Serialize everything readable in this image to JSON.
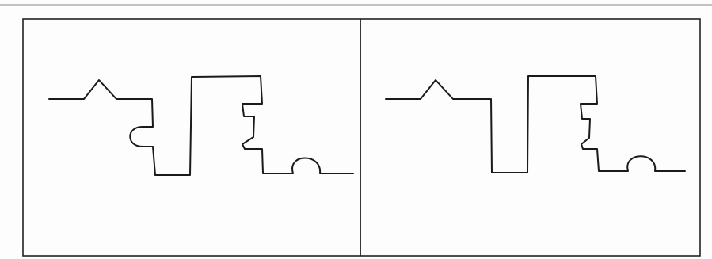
{
  "figure": {
    "panels": [
      {
        "id": "left",
        "outline_features": [
          "triangle-peak",
          "semicircle-notch",
          "tall-tab",
          "zigzag-indent",
          "semicircle-bump"
        ],
        "has_left_notch": true
      },
      {
        "id": "right",
        "outline_features": [
          "triangle-peak",
          "tall-tab",
          "zigzag-indent",
          "semicircle-bump"
        ],
        "has_left_notch": false
      }
    ],
    "stroke_color": "#1a1a1a",
    "frame_color": "#222222",
    "paper_color": "#fdfdfd"
  }
}
